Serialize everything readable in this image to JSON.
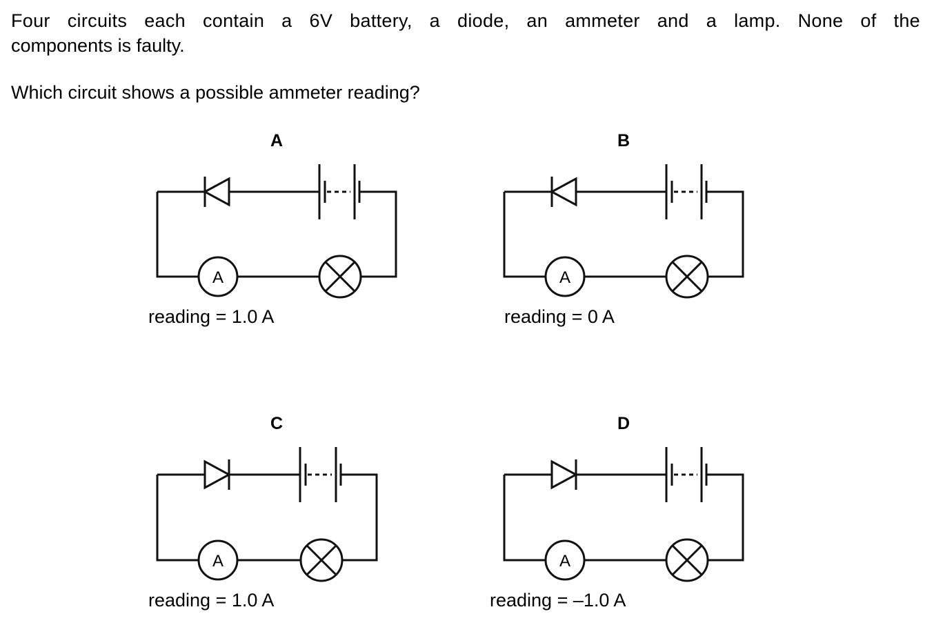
{
  "question": {
    "line1": "Four circuits each contain a 6V battery, a diode, an ammeter and a lamp. None of the",
    "line2": "components is faulty.",
    "prompt": "Which circuit shows a possible ammeter reading?"
  },
  "circuits": [
    {
      "label": "A",
      "diode_direction": "left",
      "meter_symbol": "A",
      "reading": "reading = 1.0 A"
    },
    {
      "label": "B",
      "diode_direction": "left",
      "meter_symbol": "A",
      "reading": "reading = 0 A"
    },
    {
      "label": "C",
      "diode_direction": "right",
      "meter_symbol": "A",
      "reading": "reading = 1.0 A"
    },
    {
      "label": "D",
      "diode_direction": "right",
      "meter_symbol": "A",
      "reading": "reading = –1.0 A"
    }
  ]
}
